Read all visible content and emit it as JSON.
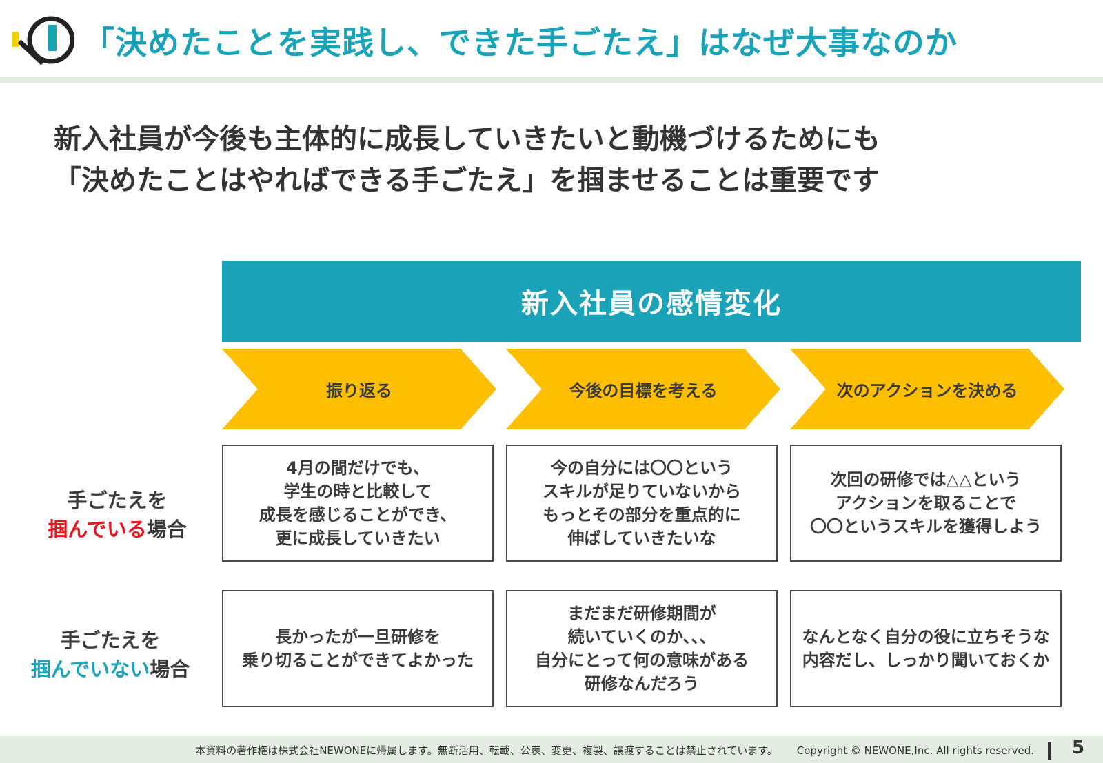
{
  "header": {
    "title": "「決めたことを実践し、できた手ごたえ」はなぜ大事なのか"
  },
  "lead": {
    "line1": "新入社員が今後も主体的に成長していきたいと動機づけるためにも",
    "line2": "「決めたことはやればできる手ごたえ」を掴ませることは重要です"
  },
  "diagram": {
    "banner": "新入社員の感情変化",
    "steps": [
      "振り返る",
      "今後の目標を考える",
      "次のアクションを決める"
    ],
    "rows": [
      {
        "label_line1": "手ごたえを",
        "label_highlight": "掴んでいる",
        "label_suffix": "場合",
        "cells": [
          [
            "4月の間だけでも、",
            "学生の時と比較して",
            "成長を感じることができ、",
            "更に成長していきたい"
          ],
          [
            "今の自分には〇〇という",
            "スキルが足りていないから",
            "もっとその部分を重点的に",
            "伸ばしていきたいな"
          ],
          [
            "次回の研修では△△という",
            "アクションを取ることで",
            "〇〇というスキルを獲得しよう"
          ]
        ]
      },
      {
        "label_line1": "手ごたえを",
        "label_highlight": "掴んでいない",
        "label_suffix": "場合",
        "cells": [
          [
            "長かったが一旦研修を",
            "乗り切ることができてよかった"
          ],
          [
            "まだまだ研修期間が",
            "続いていくのか、、、",
            "自分にとって何の意味がある",
            "研修なんだろう"
          ],
          [
            "なんとなく自分の役に立ちそうな",
            "内容だし、しっかり聞いておくか"
          ]
        ]
      }
    ],
    "colors": {
      "teal": "#1aa3b8",
      "yellow": "#fdbf00",
      "red": "#e8141b"
    }
  },
  "footer": {
    "notice": "本資料の著作権は株式会社NEWONEに帰属します。無断活用、転載、公表、変更、複製、譲渡することは禁止されています。",
    "copyright": "Copyright © NEWONE,Inc. All rights reserved.",
    "page_number": "5"
  }
}
